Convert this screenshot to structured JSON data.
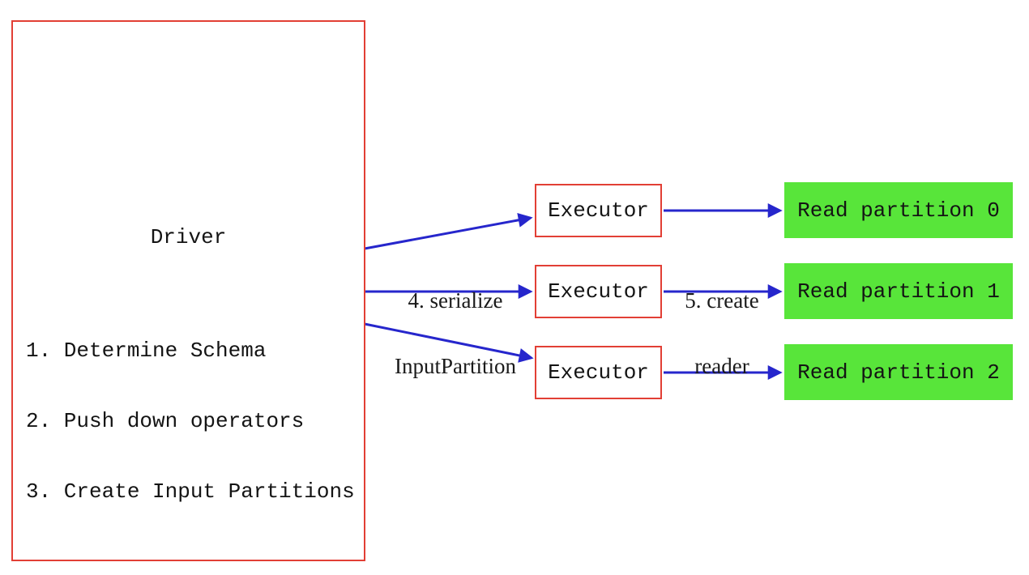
{
  "diagram": {
    "driver": {
      "title": "Driver",
      "steps": [
        "1. Determine Schema",
        "2. Push down operators",
        "3. Create Input Partitions"
      ]
    },
    "executors": [
      {
        "label": "Executor"
      },
      {
        "label": "Executor"
      },
      {
        "label": "Executor"
      }
    ],
    "read_partitions": [
      {
        "label": "Read partition 0"
      },
      {
        "label": "Read partition 1"
      },
      {
        "label": "Read partition 2"
      }
    ],
    "arrow_labels": {
      "serialize_line1": "4. serialize",
      "serialize_line2": "InputPartition",
      "reader_line1": "5. create",
      "reader_line2": "reader"
    },
    "colors": {
      "box_border_red": "#e23f35",
      "arrow_blue": "#2626cc",
      "partition_green": "#58e53a",
      "text": "#141414"
    }
  }
}
